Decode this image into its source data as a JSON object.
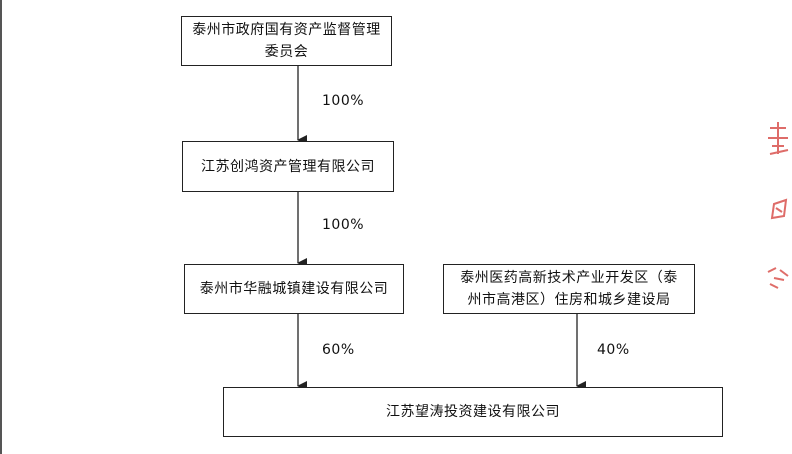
{
  "boxes": {
    "sasac": "泰州市政府国有资产监督管理委员会",
    "chuanghong": "江苏创鸿资产管理有限公司",
    "huarong": "泰州市华融城镇建设有限公司",
    "housing_bureau": "泰州医药高新技术产业开发区（泰州市高港区）住房和城乡建设局",
    "wangtao": "江苏望涛投资建设有限公司"
  },
  "edges": [
    {
      "from": "sasac",
      "to": "chuanghong",
      "label": "100%"
    },
    {
      "from": "chuanghong",
      "to": "huarong",
      "label": "100%"
    },
    {
      "from": "huarong",
      "to": "wangtao",
      "label": "60%"
    },
    {
      "from": "housing_bureau",
      "to": "wangtao",
      "label": "40%"
    }
  ],
  "colors": {
    "line": "#222222",
    "stamp": "#d9534f"
  }
}
